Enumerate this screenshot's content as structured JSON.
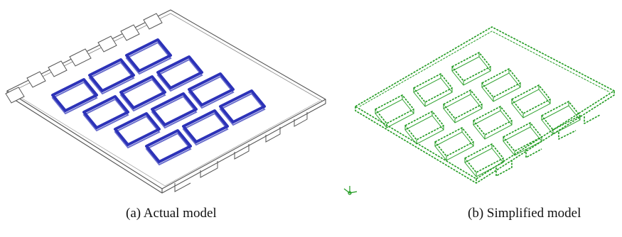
{
  "figure": {
    "panel_a": {
      "caption": "(a)  Actual model"
    },
    "panel_b": {
      "caption": "(b) Simplified model"
    }
  },
  "colors": {
    "actual_model_cells": "#2c32b8",
    "actual_model_edges": "#555555",
    "simplified_model_frame": "#1f9a1f",
    "background": "#ffffff"
  },
  "cells": {
    "grid": "4 x 3",
    "count": 12
  }
}
